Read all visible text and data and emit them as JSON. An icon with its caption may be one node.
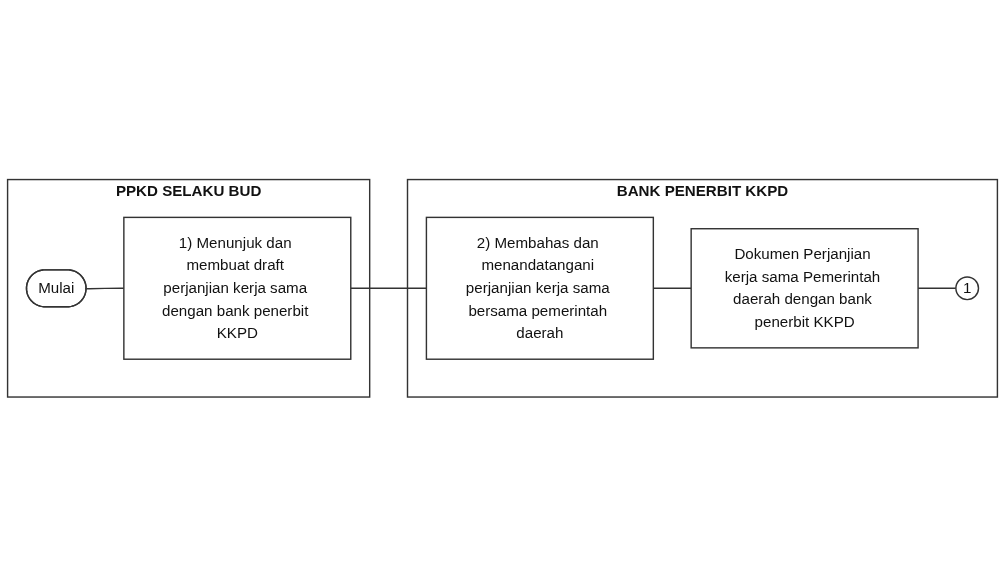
{
  "diagram": {
    "nodes": [
      {
        "text": [
          "PPKD SELAKU BUD"
        ]
      },
      {
        "text": [
          "BANK PENERBIT KKPD"
        ]
      },
      {
        "text": [
          "Mulai"
        ],
        "in": 0
      },
      {
        "text": [
          "1) Menunjuk dan membuat draft perjanjian kerja sama dengan bank penerbit KKPD"
        ],
        "in": 0
      },
      {
        "text": [
          "2) Membahas dan menandatangani perjanjian kerja sama bersama pemerintah daerah"
        ],
        "in": 1
      },
      {
        "text": [
          "Dokumen Perjanjian kerja sama Pemerintah daerah dengan bank penerbit KKPD"
        ],
        "in": 1
      },
      {
        "text": [
          "1"
        ],
        "in": 1
      }
    ],
    "edges": [
      {
        "from": 2,
        "to": 3,
        "arrow": "none"
      },
      {
        "from": 3,
        "to": 4,
        "arrow": "none"
      },
      {
        "from": 4,
        "to": 5,
        "arrow": "none"
      },
      {
        "from": 5,
        "to": 6,
        "arrow": "none"
      }
    ]
  }
}
